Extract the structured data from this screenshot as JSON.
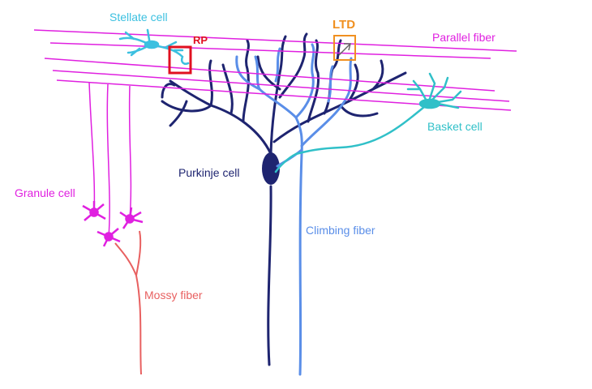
{
  "labels": {
    "stellate": "Stellate cell",
    "rp": "RP",
    "ltd": "LTD",
    "parallel": "Parallel fiber",
    "basket": "Basket cell",
    "purkinje": "Purkinje cell",
    "granule": "Granule cell",
    "climbing": "Climbing fiber",
    "mossy": "Mossy fiber"
  },
  "colors": {
    "parallel_fiber": "#e020e0",
    "stellate": "#3cc0e0",
    "rp_box": "#e01020",
    "ltd_box": "#f09020",
    "purkinje": "#1e2470",
    "climbing": "#5a8ee8",
    "basket": "#30c0c8",
    "granule": "#e020e0",
    "mossy": "#e86060"
  }
}
